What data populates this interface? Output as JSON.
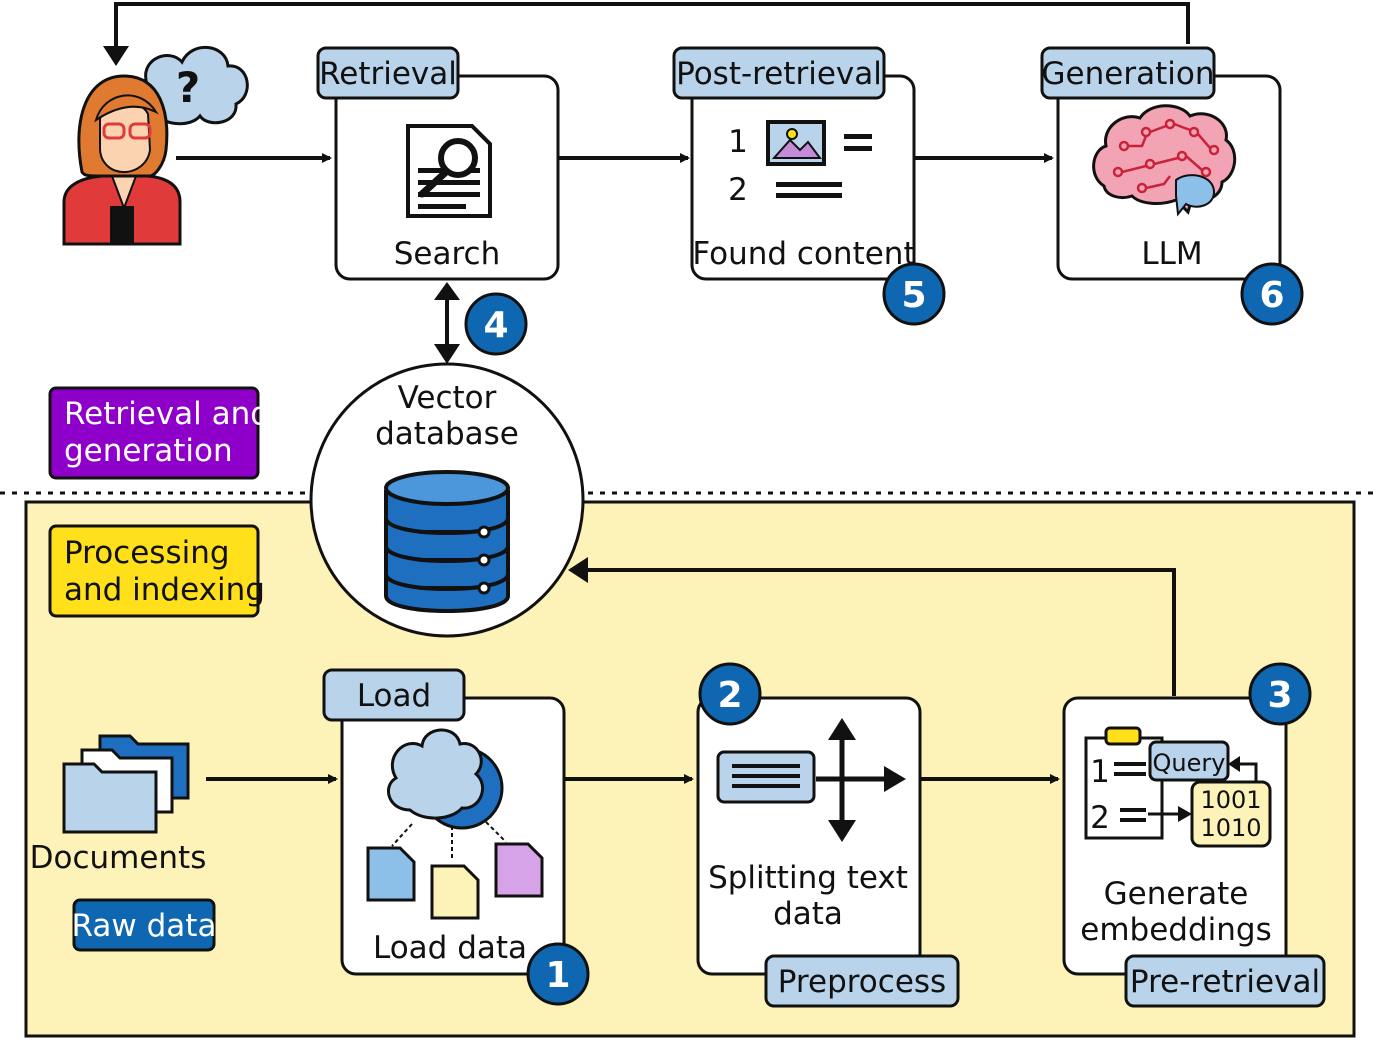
{
  "stages": {
    "retrieval": {
      "tab": "Retrieval",
      "caption": "Search",
      "step": "4"
    },
    "post_retrieval": {
      "tab": "Post-retrieval",
      "caption": "Found content",
      "step": "5",
      "list_nums": [
        "1",
        "2"
      ]
    },
    "generation": {
      "tab": "Generation",
      "caption": "LLM",
      "step": "6"
    },
    "load": {
      "tab": "Load",
      "caption": "Load data",
      "step": "1"
    },
    "preprocess": {
      "tab": "Preprocess",
      "caption_line1": "Splitting text",
      "caption_line2": "data",
      "step": "2"
    },
    "pre_retrieval": {
      "tab": "Pre-retrieval",
      "caption_line1": "Generate",
      "caption_line2": "embeddings",
      "step": "3",
      "query": "Query",
      "binary_line1": "1001",
      "binary_line2": "1010",
      "list_nums": [
        "1",
        "2"
      ]
    }
  },
  "vector_db": {
    "line1": "Vector",
    "line2": "database"
  },
  "documents": {
    "caption": "Documents"
  },
  "legend": {
    "retrieval_generation": {
      "line1": "Retrieval and",
      "line2": "generation",
      "color": "#8e00c9"
    },
    "processing_indexing": {
      "line1": "Processing",
      "line2": "and indexing",
      "color": "#ffe01a"
    },
    "raw_data": {
      "label": "Raw data",
      "color": "#0f67b1"
    }
  },
  "user": {
    "thought": "?"
  },
  "colors": {
    "tab_fill": "#b8d3ea",
    "badge_fill": "#0f67b1",
    "panel_fill": "#fdf3b8",
    "db_fill": "#1e6fc0"
  }
}
